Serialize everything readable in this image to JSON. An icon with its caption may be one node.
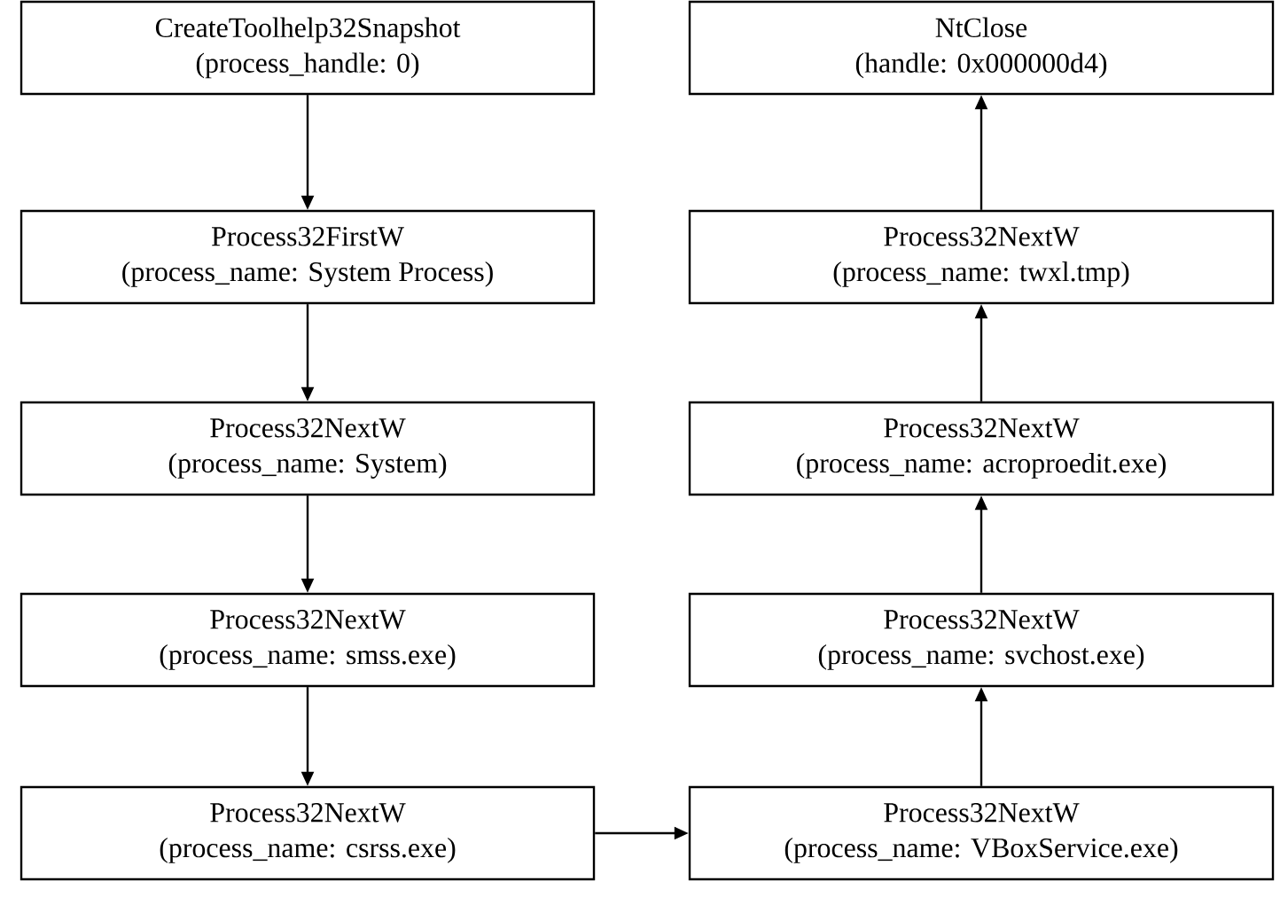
{
  "diagram": {
    "nodes": [
      {
        "text": [
          "CreateToolhelp32Snapshot",
          "(process_handle: 0)"
        ]
      },
      {
        "text": [
          "Process32FirstW",
          "(process_name: System Process)"
        ]
      },
      {
        "text": [
          "Process32NextW",
          "(process_name: System)"
        ]
      },
      {
        "text": [
          "Process32NextW",
          "(process_name: smss.exe)"
        ]
      },
      {
        "text": [
          "Process32NextW",
          "(process_name: csrss.exe)"
        ]
      },
      {
        "text": [
          "Process32NextW",
          "(process_name: VBoxService.exe)"
        ]
      },
      {
        "text": [
          "Process32NextW",
          "(process_name: svchost.exe)"
        ]
      },
      {
        "text": [
          "Process32NextW",
          "(process_name: acroproedit.exe)"
        ]
      },
      {
        "text": [
          "Process32NextW",
          "(process_name: twxl.tmp)"
        ]
      },
      {
        "text": [
          "NtClose",
          "(handle: 0x000000d4)"
        ]
      }
    ],
    "edges": [
      {
        "from": 0,
        "to": 1,
        "arrow": "to"
      },
      {
        "from": 1,
        "to": 2,
        "arrow": "to"
      },
      {
        "from": 2,
        "to": 3,
        "arrow": "to"
      },
      {
        "from": 3,
        "to": 4,
        "arrow": "to"
      },
      {
        "from": 4,
        "to": 5,
        "arrow": "to"
      },
      {
        "from": 5,
        "to": 6,
        "arrow": "to"
      },
      {
        "from": 6,
        "to": 7,
        "arrow": "to"
      },
      {
        "from": 7,
        "to": 8,
        "arrow": "to"
      },
      {
        "from": 8,
        "to": 9,
        "arrow": "to"
      }
    ]
  }
}
